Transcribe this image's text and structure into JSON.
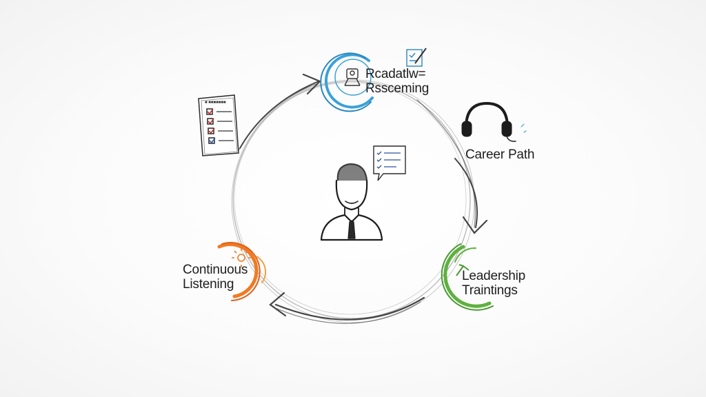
{
  "nodes": {
    "top": {
      "line1": "Rcadatlw=",
      "line2": "Rssceming",
      "color": "#3aa0d8"
    },
    "career": {
      "label": "Career Path"
    },
    "leadership": {
      "line1": "Leadership",
      "line2": "Traintings",
      "color": "#5fb040"
    },
    "continuous": {
      "line1": "Continuous",
      "line2": "Listening",
      "color": "#f07a22"
    }
  },
  "colors": {
    "ink": "#2a2a2a",
    "sketch": "#8a8a8a",
    "blue": "#3aa0d8",
    "green": "#5fb040",
    "orange": "#f07a22"
  }
}
